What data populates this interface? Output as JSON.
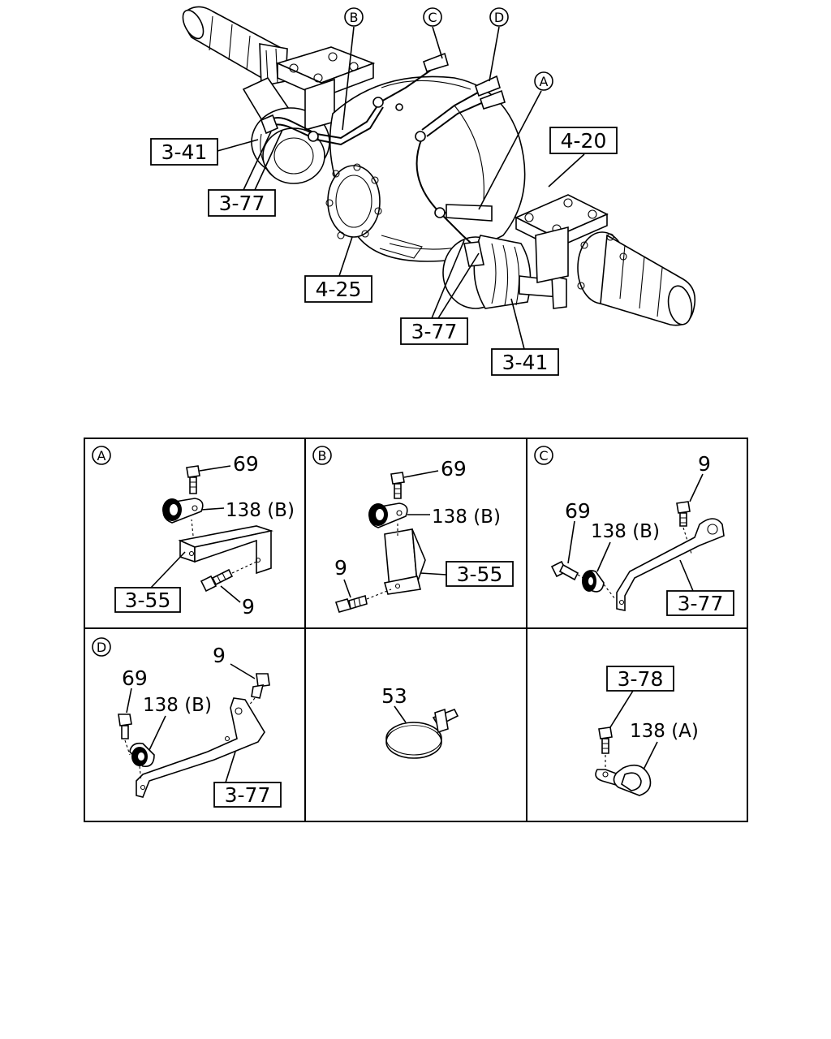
{
  "callouts": {
    "overview": {
      "a": "A",
      "b": "B",
      "c": "C",
      "d": "D",
      "ref_3_41_left": "3-41",
      "ref_3_77_left": "3-77",
      "ref_4_20": "4-20",
      "ref_4_25": "4-25",
      "ref_3_77_bottom": "3-77",
      "ref_3_41_bottom": "3-41"
    },
    "panel_a": {
      "letter": "A",
      "bolt": "69",
      "clip": "138 (B)",
      "bracket": "3-55",
      "bolt2": "9"
    },
    "panel_b": {
      "letter": "B",
      "bolt": "69",
      "clip": "138 (B)",
      "bolt2": "9",
      "bracket": "3-55"
    },
    "panel_c": {
      "letter": "C",
      "bolt2": "9",
      "bolt": "69",
      "clip": "138 (B)",
      "bracket": "3-77"
    },
    "panel_d": {
      "letter": "D",
      "bolt2": "9",
      "bolt": "69",
      "clip": "138 (B)",
      "bracket": "3-77"
    },
    "panel_e": {
      "band": "53"
    },
    "panel_f": {
      "ref": "3-78",
      "clip": "138 (A)"
    }
  }
}
